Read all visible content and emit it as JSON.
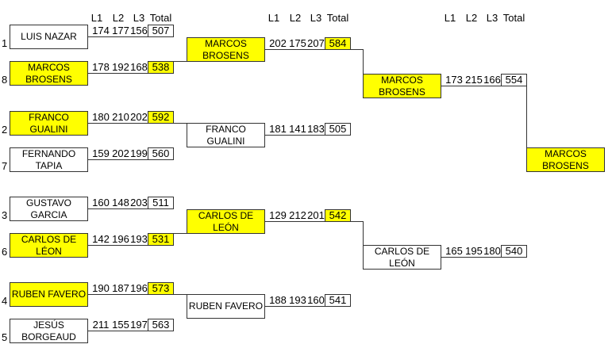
{
  "headers": {
    "l1": "L1",
    "l2": "L2",
    "l3": "L3",
    "total": "Total"
  },
  "rounds": [
    {
      "entries": [
        {
          "seed": "1",
          "name_lines": [
            "LUIS NAZAR"
          ],
          "scores": [
            "174",
            "177",
            "156"
          ],
          "total": "507",
          "name_highlighted": false,
          "total_highlighted": false
        },
        {
          "seed": "8",
          "name_lines": [
            "MARCOS",
            "BROSENS"
          ],
          "scores": [
            "178",
            "192",
            "168"
          ],
          "total": "538",
          "name_highlighted": true,
          "total_highlighted": true
        },
        {
          "seed": "2",
          "name_lines": [
            "FRANCO",
            "GUALINI"
          ],
          "scores": [
            "180",
            "210",
            "202"
          ],
          "total": "592",
          "name_highlighted": true,
          "total_highlighted": true
        },
        {
          "seed": "7",
          "name_lines": [
            "FERNANDO",
            "TAPIA"
          ],
          "scores": [
            "159",
            "202",
            "199"
          ],
          "total": "560",
          "name_highlighted": false,
          "total_highlighted": false
        },
        {
          "seed": "3",
          "name_lines": [
            "GUSTAVO",
            "GARCIA"
          ],
          "scores": [
            "160",
            "148",
            "203"
          ],
          "total": "511",
          "name_highlighted": false,
          "total_highlighted": false
        },
        {
          "seed": "6",
          "name_lines": [
            "CARLOS DE",
            "LÉON"
          ],
          "scores": [
            "142",
            "196",
            "193"
          ],
          "total": "531",
          "name_highlighted": true,
          "total_highlighted": true
        },
        {
          "seed": "4",
          "name_lines": [
            "RUBEN FAVERO"
          ],
          "scores": [
            "190",
            "187",
            "196"
          ],
          "total": "573",
          "name_highlighted": true,
          "total_highlighted": true
        },
        {
          "seed": "5",
          "name_lines": [
            "JESÚS",
            "BORGEAUD"
          ],
          "scores": [
            "211",
            "155",
            "197"
          ],
          "total": "563",
          "name_highlighted": false,
          "total_highlighted": false
        }
      ]
    },
    {
      "entries": [
        {
          "name_lines": [
            "MARCOS",
            "BROSENS"
          ],
          "scores": [
            "202",
            "175",
            "207"
          ],
          "total": "584",
          "name_highlighted": true,
          "total_highlighted": true
        },
        {
          "name_lines": [
            "FRANCO",
            "GUALINI"
          ],
          "scores": [
            "181",
            "141",
            "183"
          ],
          "total": "505",
          "name_highlighted": false,
          "total_highlighted": false
        },
        {
          "name_lines": [
            "CARLOS DE",
            "LEÓN"
          ],
          "scores": [
            "129",
            "212",
            "201"
          ],
          "total": "542",
          "name_highlighted": true,
          "total_highlighted": true
        },
        {
          "name_lines": [
            "RUBEN FAVERO"
          ],
          "scores": [
            "188",
            "193",
            "160"
          ],
          "total": "541",
          "name_highlighted": false,
          "total_highlighted": false
        }
      ]
    },
    {
      "entries": [
        {
          "name_lines": [
            "MARCOS",
            "BROSENS"
          ],
          "scores": [
            "173",
            "215",
            "166"
          ],
          "total": "554",
          "name_highlighted": true,
          "total_highlighted": false
        },
        {
          "name_lines": [
            "CARLOS DE",
            "LEÓN"
          ],
          "scores": [
            "165",
            "195",
            "180"
          ],
          "total": "540",
          "name_highlighted": false,
          "total_highlighted": false
        }
      ]
    }
  ],
  "champion": {
    "name_lines": [
      "MARCOS",
      "BROSENS"
    ],
    "highlighted": true
  },
  "colors": {
    "highlight": "#FFFF00",
    "line": "#333333",
    "background": "#FFFFFF"
  }
}
